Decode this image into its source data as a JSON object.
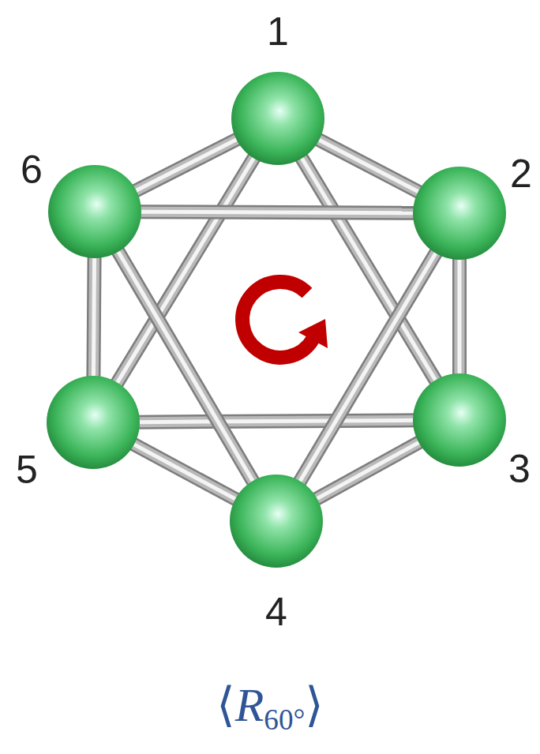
{
  "diagram": {
    "nodes": [
      {
        "text": [
          "1"
        ]
      },
      {
        "text": [
          "2"
        ]
      },
      {
        "text": [
          "3"
        ]
      },
      {
        "text": [
          "4"
        ]
      },
      {
        "text": [
          "5"
        ]
      },
      {
        "text": [
          "6"
        ]
      }
    ],
    "edges": [
      {
        "from": 0,
        "to": 1,
        "arrow": "none"
      },
      {
        "from": 1,
        "to": 2,
        "arrow": "none"
      },
      {
        "from": 2,
        "to": 3,
        "arrow": "none"
      },
      {
        "from": 3,
        "to": 4,
        "arrow": "none"
      },
      {
        "from": 4,
        "to": 5,
        "arrow": "none"
      },
      {
        "from": 5,
        "to": 0,
        "arrow": "none"
      },
      {
        "from": 0,
        "to": 2,
        "arrow": "none"
      },
      {
        "from": 2,
        "to": 4,
        "arrow": "none"
      },
      {
        "from": 4,
        "to": 0,
        "arrow": "none"
      },
      {
        "from": 1,
        "to": 3,
        "arrow": "none"
      },
      {
        "from": 3,
        "to": 5,
        "arrow": "none"
      },
      {
        "from": 5,
        "to": 1,
        "arrow": "none"
      }
    ],
    "labels": [
      "⟨R60°⟩"
    ]
  }
}
